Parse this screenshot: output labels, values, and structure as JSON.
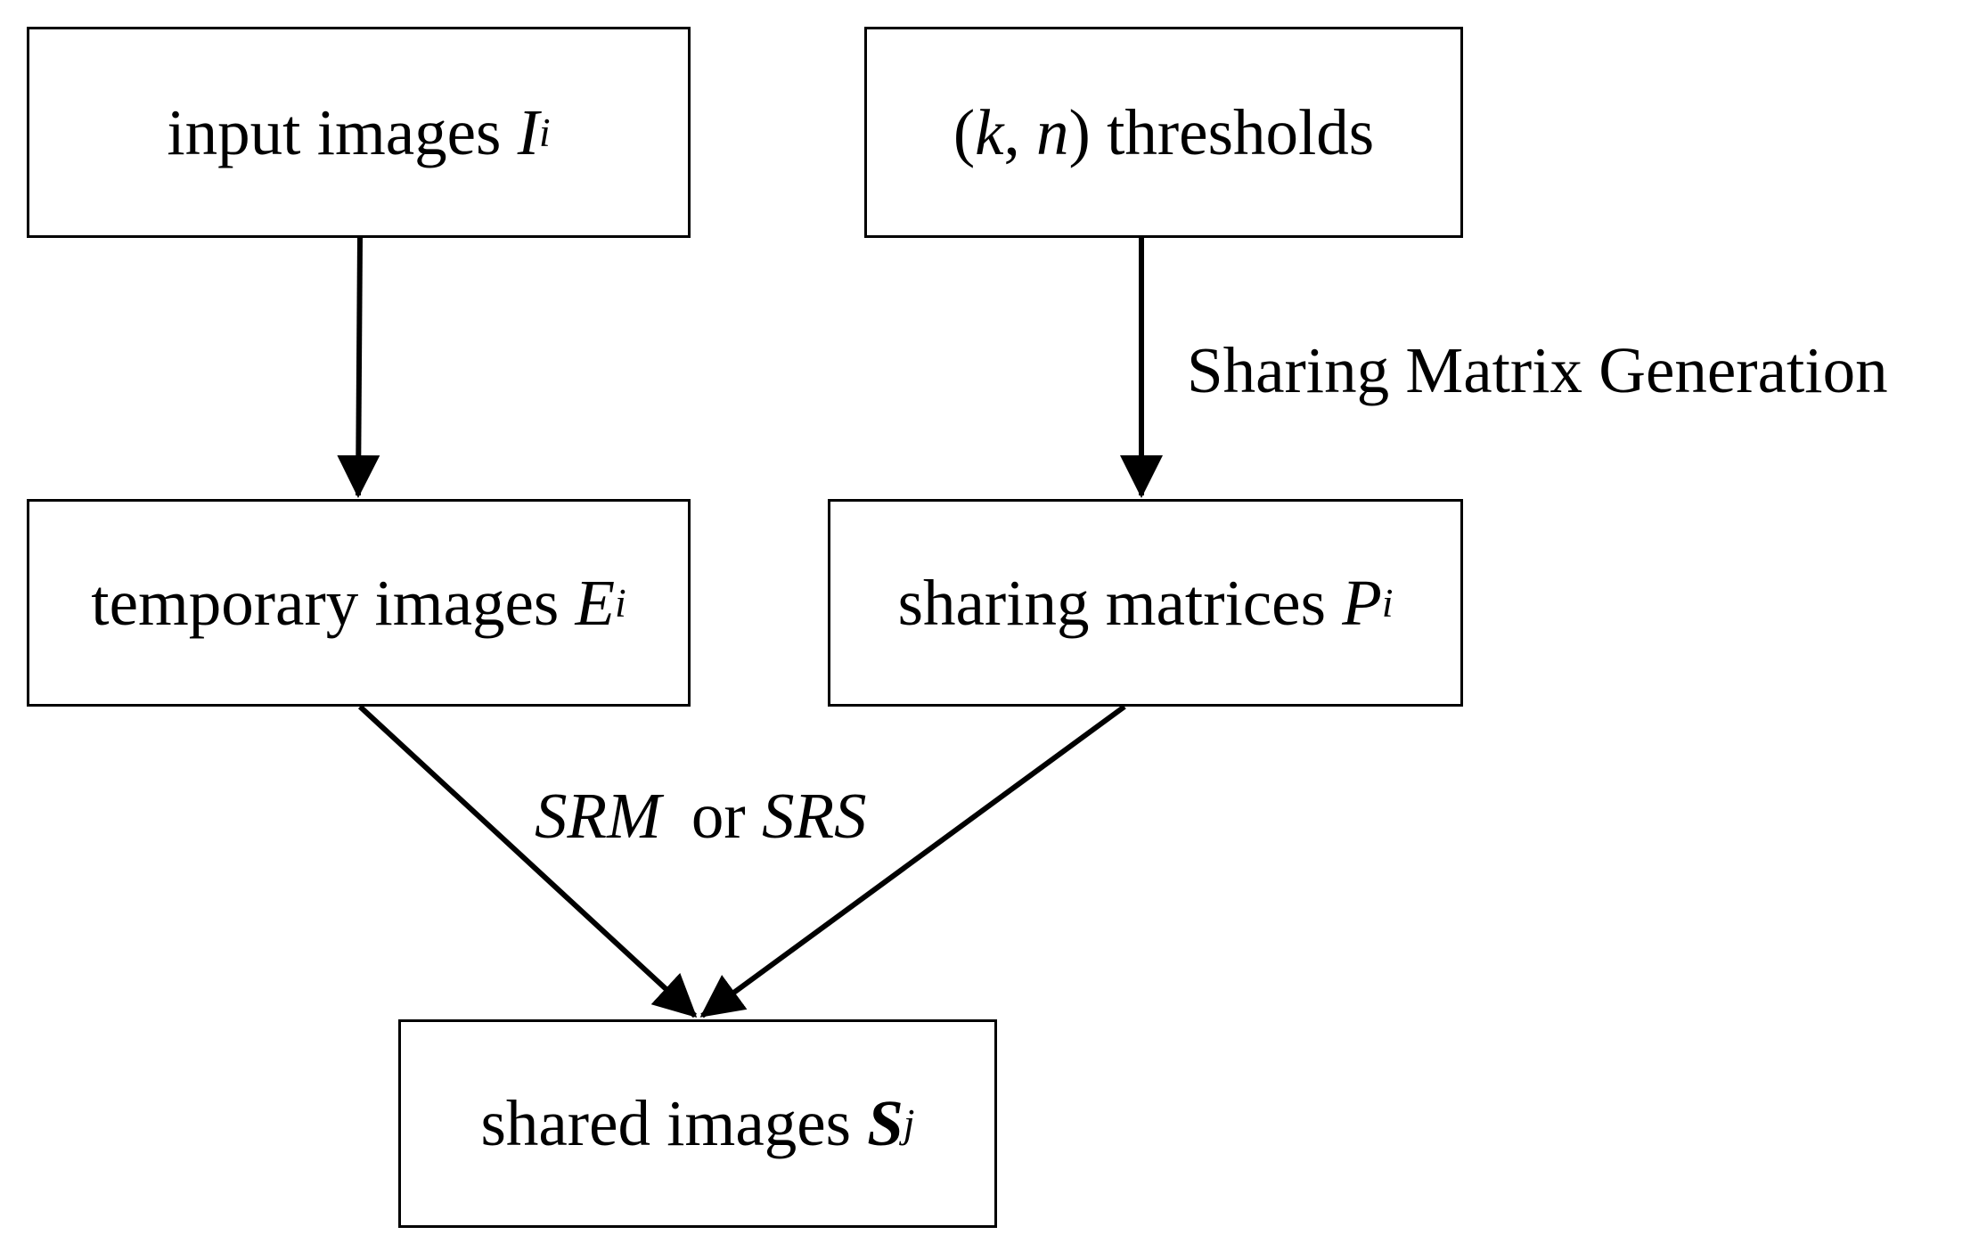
{
  "nodes": {
    "input_images": {
      "text": "input images",
      "symbol": "I",
      "subscript": "i"
    },
    "thresholds": {
      "open": "(",
      "k": "k",
      "comma": ", ",
      "n": "n",
      "close": ")",
      "text": " thresholds"
    },
    "temporary_images": {
      "text": "temporary images",
      "symbol": "E",
      "subscript": "i"
    },
    "sharing_matrices": {
      "text": "sharing matrices",
      "symbol": "P",
      "subscript": "i"
    },
    "shared_images": {
      "text": "shared images",
      "symbol": "S",
      "subscript": "j"
    }
  },
  "edge_labels": {
    "sharing_matrix_generation": "Sharing Matrix Generation",
    "method": {
      "first": "SRM",
      "or": "or",
      "second": "SRS"
    }
  },
  "edges": [
    {
      "from": "input_images",
      "to": "temporary_images"
    },
    {
      "from": "thresholds",
      "to": "sharing_matrices",
      "label": "Sharing Matrix Generation"
    },
    {
      "from": "temporary_images",
      "to": "shared_images",
      "label": "SRM or SRS"
    },
    {
      "from": "sharing_matrices",
      "to": "shared_images",
      "label": "SRM or SRS"
    }
  ]
}
